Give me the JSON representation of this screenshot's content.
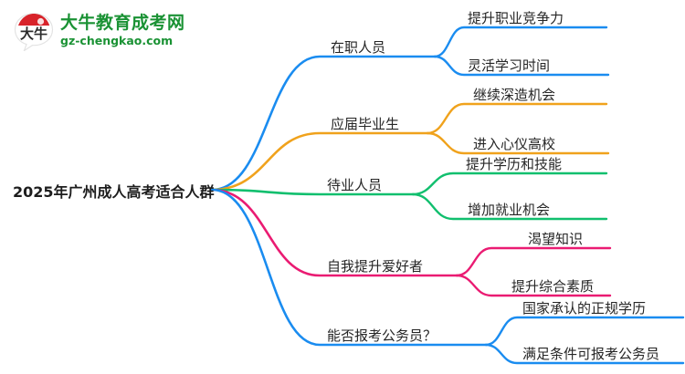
{
  "logo": {
    "mark_text": "大牛",
    "title": "大牛教育成考网",
    "domain": "gz-chengkao.com",
    "brand_green": "#1a9234",
    "brand_red": "#d8232a"
  },
  "mindmap": {
    "root": {
      "label": "2025年广州成人高考适合人群"
    },
    "branches": [
      {
        "label": "在职人员",
        "color": "#1a8cf0",
        "children": [
          {
            "label": "提升职业竞争力"
          },
          {
            "label": "灵活学习时间"
          }
        ]
      },
      {
        "label": "应届毕业生",
        "color": "#f0a21c",
        "children": [
          {
            "label": "继续深造机会"
          },
          {
            "label": "进入心仪高校"
          }
        ]
      },
      {
        "label": "待业人员",
        "color": "#11bf6e",
        "children": [
          {
            "label": "提升学历和技能"
          },
          {
            "label": "增加就业机会"
          }
        ]
      },
      {
        "label": "自我提升爱好者",
        "color": "#ea1b72",
        "children": [
          {
            "label": "渴望知识"
          },
          {
            "label": "提升综合素质"
          }
        ]
      },
      {
        "label": "能否报考公务员？",
        "color": "#1a8cf0",
        "children": [
          {
            "label": "国家承认的正规学历"
          },
          {
            "label": "满足条件可报考公务员"
          }
        ]
      }
    ]
  }
}
